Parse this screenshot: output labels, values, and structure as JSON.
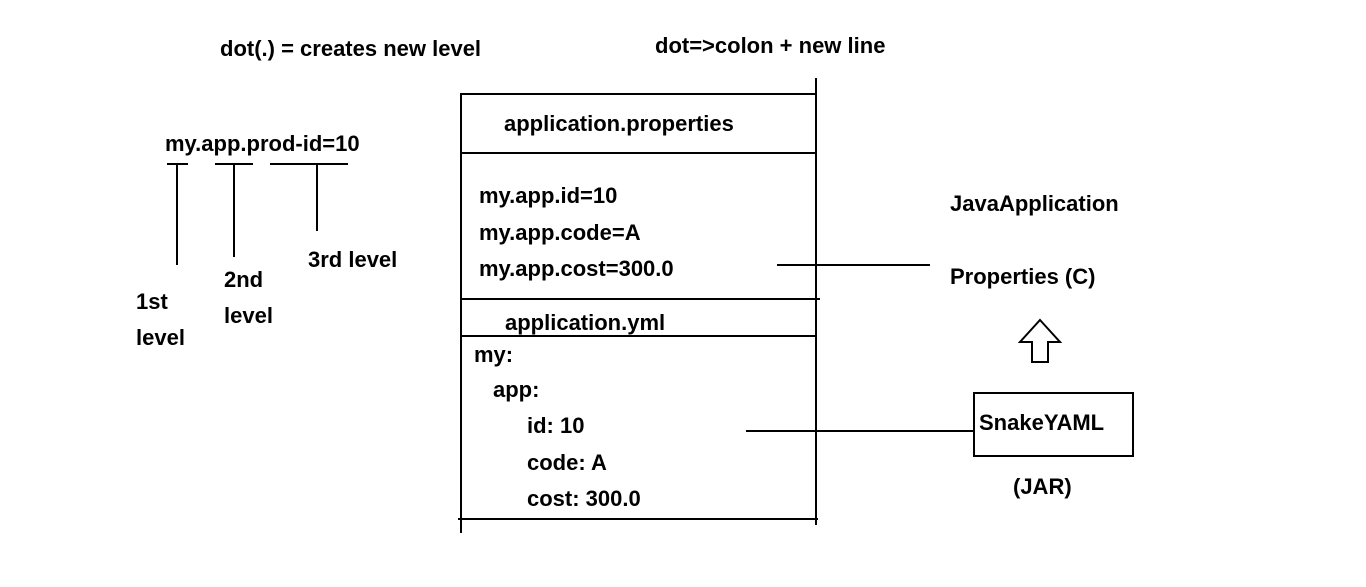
{
  "headings": {
    "dot_rule": "dot(.) = creates new level",
    "dot_colon_rule": "dot=>colon + new line"
  },
  "key_example": {
    "key": "my.app.prod-id=10",
    "level_1_line1": "1st",
    "level_1_line2": "level",
    "level_2_line1": "2nd",
    "level_2_line2": "level",
    "level_3": "3rd level"
  },
  "properties_file": {
    "name": "application.properties",
    "lines": [
      "my.app.id=10",
      "my.app.code=A",
      "my.app.cost=300.0"
    ]
  },
  "yml_file": {
    "name": "application.yml",
    "lines": [
      "my:",
      "app:",
      "id: 10",
      "code: A",
      "cost: 300.0"
    ]
  },
  "right_side": {
    "java_app": "JavaApplication",
    "properties_class": "Properties (C)",
    "snakeyaml": "SnakeYAML",
    "jar": "(JAR)"
  }
}
